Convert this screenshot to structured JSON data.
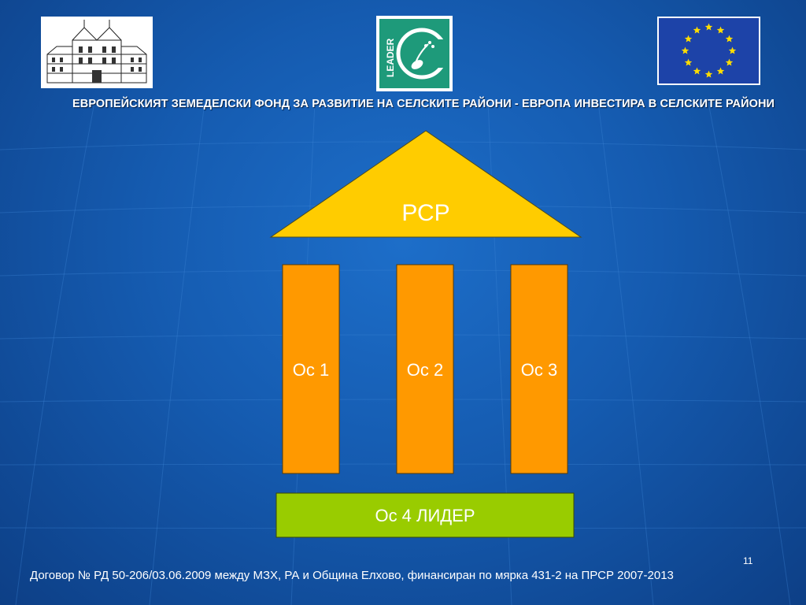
{
  "header": {
    "title": "ЕВРОПЕЙСКИЯТ ЗЕМЕДЕЛСКИ ФОНД ЗА РАЗВИТИЕ НА СЕЛСКИТЕ РАЙОНИ -  ЕВРОПА ИНВЕСТИРА В СЕЛСКИТЕ РАЙОНИ"
  },
  "logos": {
    "leader_text": "LEADER",
    "building": "building-logo",
    "leader": "leader-logo",
    "eu": "eu-flag"
  },
  "diagram": {
    "roof_label": "РСР",
    "pillars": [
      {
        "label": "Ос 1"
      },
      {
        "label": "Ос 2"
      },
      {
        "label": "Ос 3"
      }
    ],
    "base_label": "Ос 4 ЛИДЕР"
  },
  "colors": {
    "roof": "#ffcc00",
    "pillar": "#ff9900",
    "base": "#99cc00",
    "eu_blue": "#1d43a8",
    "eu_star": "#ffdd00",
    "leader_green": "#1e9a7a"
  },
  "footer": {
    "text": "Договор № РД 50-206/03.06.2009 между МЗХ, РА и Община Елхово, финансиран по мярка 431-2 на ПРСР 2007-2013",
    "slide_number": "11"
  }
}
